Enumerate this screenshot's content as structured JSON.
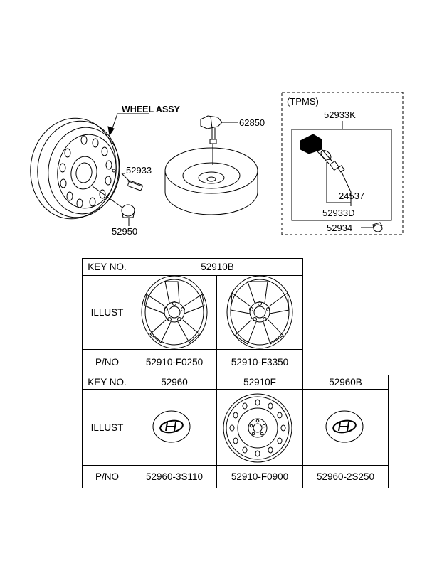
{
  "diagram": {
    "wheel_assy_label": "WHEEL ASSY",
    "part_labels": {
      "p52933": "52933",
      "p52950": "52950",
      "p62850": "62850",
      "tpms_title": "(TPMS)",
      "p52933k": "52933K",
      "p24537": "24537",
      "p52933d": "52933D",
      "p52934": "52934"
    }
  },
  "table1": {
    "key_header": "KEY NO.",
    "illust_header": "ILLUST",
    "pno_header": "P/NO",
    "key": "52910B",
    "parts": [
      "52910-F0250",
      "52910-F3350"
    ]
  },
  "table2": {
    "key_header": "KEY NO.",
    "illust_header": "ILLUST",
    "pno_header": "P/NO",
    "columns": [
      {
        "key": "52960",
        "part": "52960-3S110",
        "icon": "hub-cap-icon"
      },
      {
        "key": "52910F",
        "part": "52910-F0900",
        "icon": "steel-wheel-icon"
      },
      {
        "key": "52960B",
        "part": "52960-2S250",
        "icon": "hub-cap-icon"
      }
    ]
  }
}
